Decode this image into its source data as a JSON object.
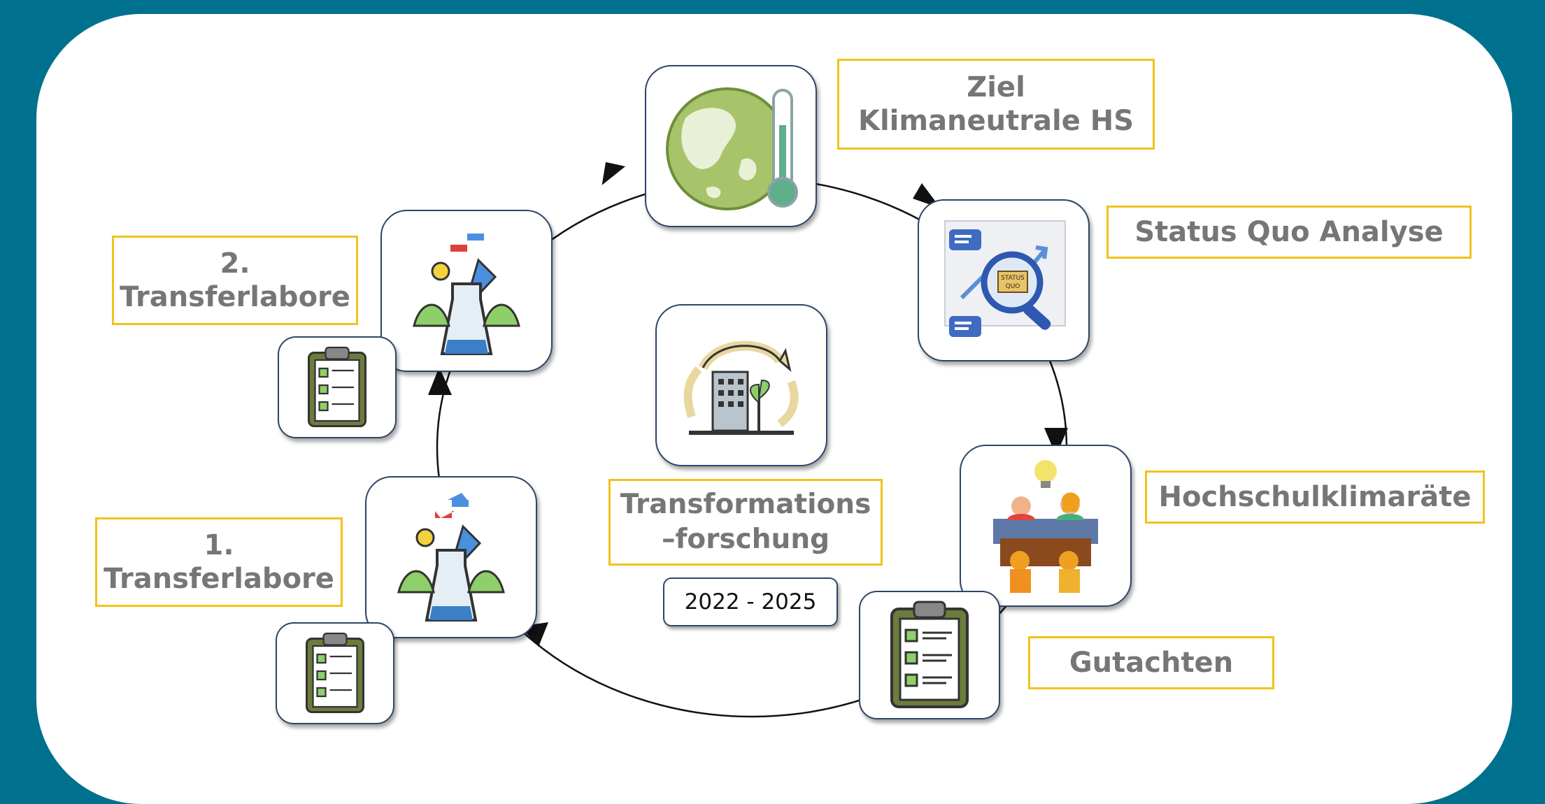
{
  "labels": {
    "goal_line1": "Ziel",
    "goal_line2": "Klimaneutrale HS",
    "status_quo": "Status Quo Analyse",
    "climate_councils": "Hochschulklimaräte",
    "reports": "Gutachten",
    "lab2_line1": "2.",
    "lab2_line2": "Transferlabore",
    "lab1_line1": "1.",
    "lab1_line2": "Transferlabore"
  },
  "center": {
    "line1": "Transformations",
    "line2": "–forschung",
    "years": "2022 - 2025"
  },
  "colors": {
    "background": "#00708f",
    "label_border": "#f2c21b",
    "card_border": "#2f4568",
    "label_text": "#767676"
  },
  "icons": {
    "goal": "earth-thermometer-icon",
    "status_quo": "status-quo-analysis-icon",
    "climate_councils": "meeting-people-icon",
    "reports": "clipboard-checklist-icon",
    "labs": "plant-flask-icon",
    "center": "building-cycle-icon"
  }
}
